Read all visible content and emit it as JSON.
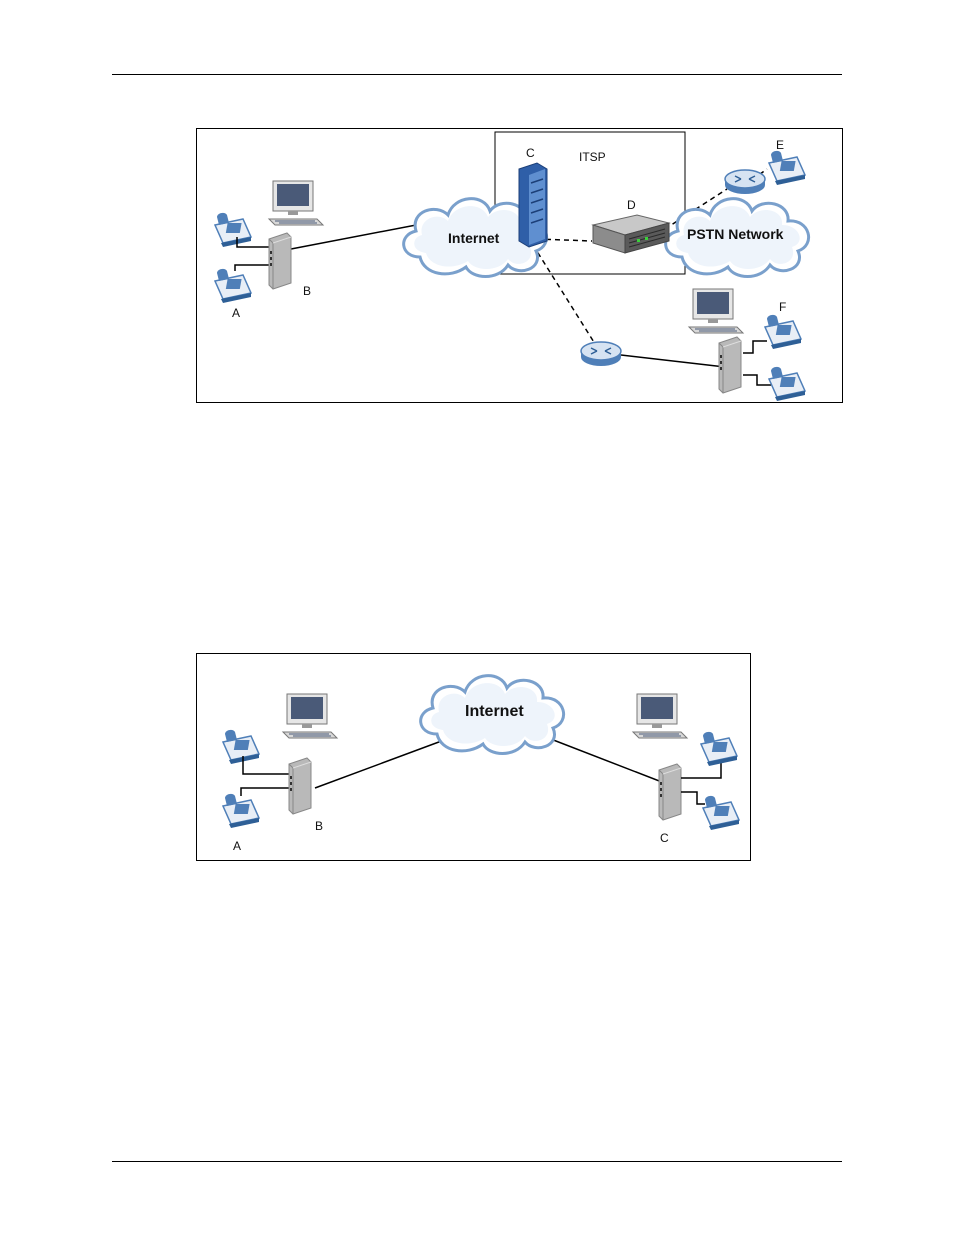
{
  "figure1": {
    "cloud_internet": "Internet",
    "cloud_pstn": "PSTN Network",
    "itsp_label": "ITSP",
    "labels": {
      "a": "A",
      "b": "B",
      "c": "C",
      "d": "D",
      "e": "E",
      "f": "F"
    }
  },
  "figure2": {
    "cloud_internet": "Internet",
    "labels": {
      "a": "A",
      "b": "B",
      "c": "C"
    }
  },
  "colors": {
    "phone_blue": "#4f7fb8",
    "cloud_blue": "#8fb1d6",
    "device_gray": "#b9b9b9",
    "server_blue": "#2f5fa8"
  }
}
